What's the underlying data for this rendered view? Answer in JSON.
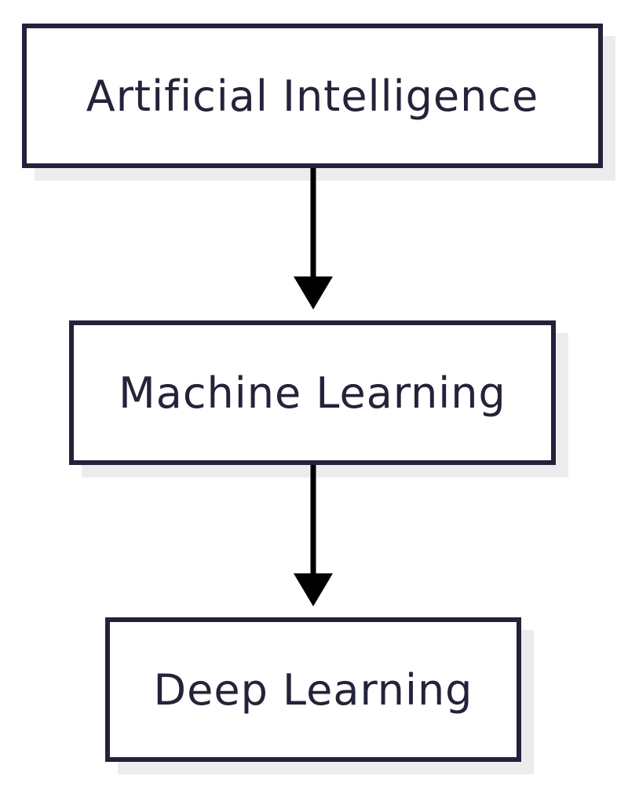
{
  "diagram": {
    "nodes": [
      {
        "id": "ai",
        "label": "Artificial Intelligence"
      },
      {
        "id": "ml",
        "label": "Machine Learning"
      },
      {
        "id": "dl",
        "label": "Deep Learning"
      }
    ],
    "edges": [
      {
        "from": "ai",
        "to": "ml"
      },
      {
        "from": "ml",
        "to": "dl"
      }
    ],
    "colors": {
      "border": "#22223a",
      "text": "#232339",
      "arrow": "#000000",
      "shadow": "#ececee",
      "background": "#ffffff"
    }
  }
}
